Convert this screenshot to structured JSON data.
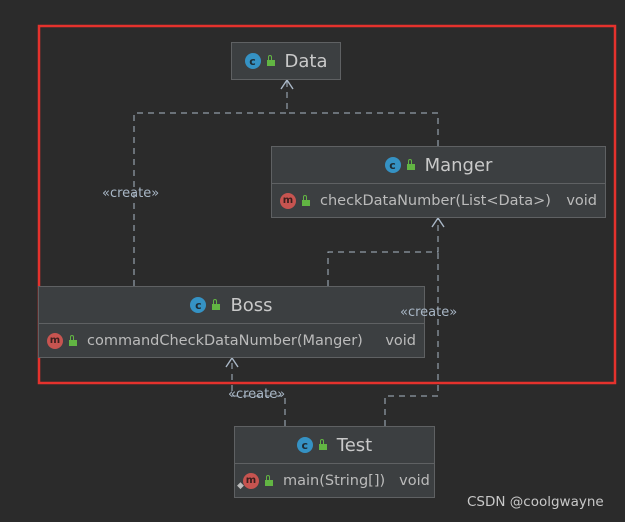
{
  "classes": {
    "data": {
      "name": "Data",
      "icon": "class-icon"
    },
    "manger": {
      "name": "Manger",
      "icon": "class-icon",
      "method": {
        "name": "checkDataNumber(List<Data>)",
        "return": "void"
      }
    },
    "boss": {
      "name": "Boss",
      "icon": "class-icon",
      "method": {
        "name": "commandCheckDataNumber(Manger)",
        "return": "void"
      }
    },
    "test": {
      "name": "Test",
      "icon": "runnable-class-icon",
      "method": {
        "name": "main(String[])",
        "return": "void"
      }
    }
  },
  "relations": {
    "manger_to_data": "«create»",
    "boss_to_manger": "«create»",
    "test_to_boss": "«create»"
  },
  "colors": {
    "background": "#2b2b2b",
    "highlight_frame": "#e5322d",
    "arrow": "#a9b7c6",
    "class_icon": "#3592c4",
    "method_icon": "#c75450",
    "visibility": "#62b543"
  },
  "watermark": "CSDN @coolgwayne"
}
